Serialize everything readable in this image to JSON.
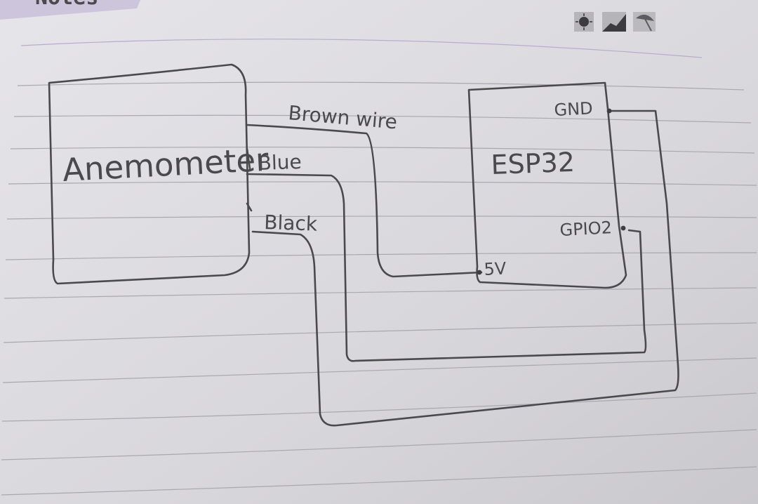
{
  "page_header_fragment": "Notes",
  "header_icons": [
    "sun-icon",
    "chart-icon",
    "umbrella-icon"
  ],
  "colors": {
    "paper": "#dddce0",
    "rule_line": "#a8a6b0",
    "pencil": "#4a4a4c",
    "header_band": "#c9c2d8"
  },
  "diagram": {
    "anemometer_label": "Anemometer",
    "esp32_label": "ESP32",
    "pins": {
      "gnd": "GND",
      "gpio2": "GPIO2",
      "v5": "5V"
    },
    "wires": {
      "brown": "Brown wire",
      "blue": "Blue",
      "black": "Black"
    }
  }
}
